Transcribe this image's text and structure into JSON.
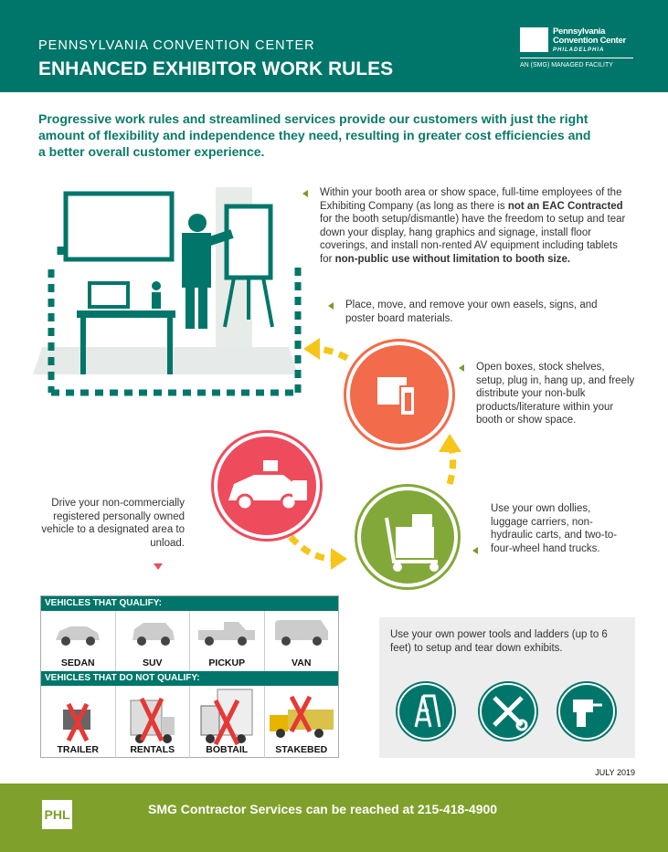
{
  "header": {
    "supertitle": "PENNSYLVANIA CONVENTION CENTER",
    "title": "ENHANCED EXHIBITOR WORK RULES",
    "logo": {
      "line1": "Pennsylvania",
      "line2": "Convention Center",
      "line3": "PHILADELPHIA",
      "tagline": "AN (SMG) MANAGED FACILITY"
    }
  },
  "intro": "Progressive work rules and streamlined services provide our customers with just the right amount of flexibility and independence they need, resulting in greater cost efficiencies and a better overall customer experience.",
  "rules": {
    "r1a": "Within your booth area or show space, full-time employees of the Exhibiting Company (as long as there is ",
    "r1b": "not an EAC Contracted",
    "r1c": " for the booth setup/dismantle) have the freedom to setup and tear down your display, hang graphics and signage, install floor coverings, and install non-rented AV equipment including tablets for ",
    "r1d": "non-public use without limitation to booth size.",
    "r2": "Place, move, and remove your own easels, signs, and poster board materials.",
    "r3": "Open boxes, stock shelves, setup, plug in, hang up, and freely distribute your non-bulk products/literature within your booth or show space.",
    "r4": "Drive your non-commercially registered personally owned vehicle to a designated area to unload.",
    "r5": "Use your own dollies, luggage carriers, non-hydraulic carts, and two-to-four-wheel hand trucks."
  },
  "vehicles": {
    "qualify_header": "VEHICLES THAT QUALIFY:",
    "qualify": [
      "SEDAN",
      "SUV",
      "PICKUP",
      "VAN"
    ],
    "not_qualify_header": "VEHICLES THAT DO NOT QUALIFY:",
    "not_qualify": [
      "TRAILER",
      "RENTALS",
      "BOBTAIL",
      "STAKEBED"
    ]
  },
  "tools": {
    "text": "Use your own power tools and ladders (up to 6 feet) to setup and tear down exhibits."
  },
  "date": "JULY 2019",
  "footer": {
    "badge": "PHL",
    "contact": "SMG Contractor Services can be reached at 215-418-4900"
  },
  "colors": {
    "teal": "#00766a",
    "green": "#7fa02a",
    "orange": "#f26b4a",
    "pink": "#ee4c5c",
    "olive": "#83a83a",
    "arrow": "#f5c518"
  }
}
